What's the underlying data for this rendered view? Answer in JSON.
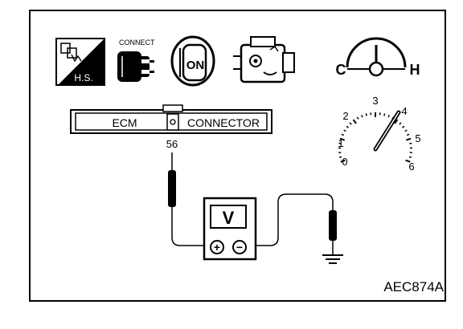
{
  "icons": {
    "hs_label": "H.S.",
    "connect_label": "CONNECT",
    "on_label": "ON"
  },
  "temp_gauge": {
    "cold": "C",
    "hot": "H"
  },
  "connector": {
    "ecm": "ECM",
    "connector": "CONNECTOR",
    "pin": "56"
  },
  "tachometer": {
    "scale": [
      "0",
      "1",
      "2",
      "3",
      "4",
      "5",
      "6"
    ]
  },
  "voltmeter": {
    "label": "V",
    "plus": "+",
    "minus": "−"
  },
  "figure_id": "AEC874A"
}
